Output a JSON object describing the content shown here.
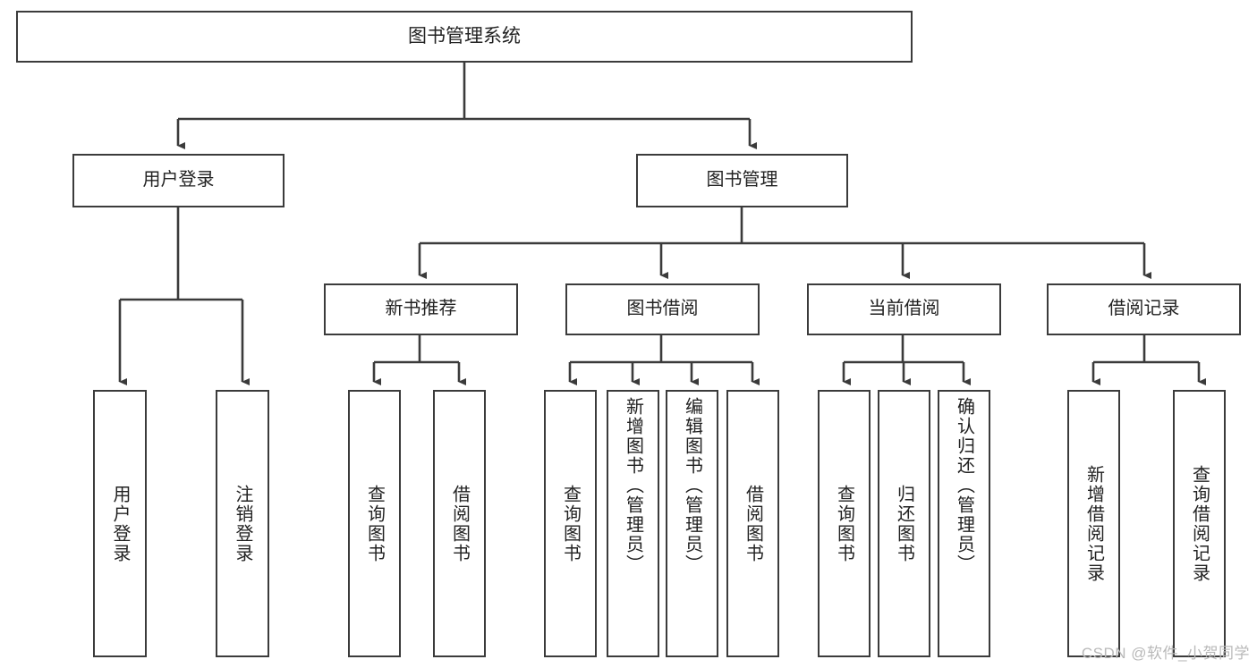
{
  "diagram": {
    "title": "图书管理系统",
    "type": "tree-structure-chart",
    "watermark": "CSDN @软件_小贺同学",
    "colors": {
      "border": "#3b3b3b",
      "background": "#ffffff",
      "text": "#222222",
      "connector": "#3b3b3b",
      "watermark": "#b9b9b9"
    },
    "root": {
      "label": "图书管理系统"
    },
    "level1": [
      {
        "label": "用户登录"
      },
      {
        "label": "图书管理"
      }
    ],
    "level2": [
      {
        "label": "新书推荐"
      },
      {
        "label": "图书借阅"
      },
      {
        "label": "当前借阅"
      },
      {
        "label": "借阅记录"
      }
    ],
    "leaves_user_login": [
      {
        "label": "用户登录"
      },
      {
        "label": "注销登录"
      }
    ],
    "leaves_new_books": [
      {
        "label": "查询图书"
      },
      {
        "label": "借阅图书"
      }
    ],
    "leaves_borrow": [
      {
        "label": "查询图书"
      },
      {
        "label": "新增图书（管理员）"
      },
      {
        "label": "编辑图书（管理员）"
      },
      {
        "label": "借阅图书"
      }
    ],
    "leaves_current": [
      {
        "label": "查询图书"
      },
      {
        "label": "归还图书"
      },
      {
        "label": "确认归还（管理员）"
      }
    ],
    "leaves_records": [
      {
        "label": "新增借阅记录"
      },
      {
        "label": "查询借阅记录"
      }
    ]
  }
}
